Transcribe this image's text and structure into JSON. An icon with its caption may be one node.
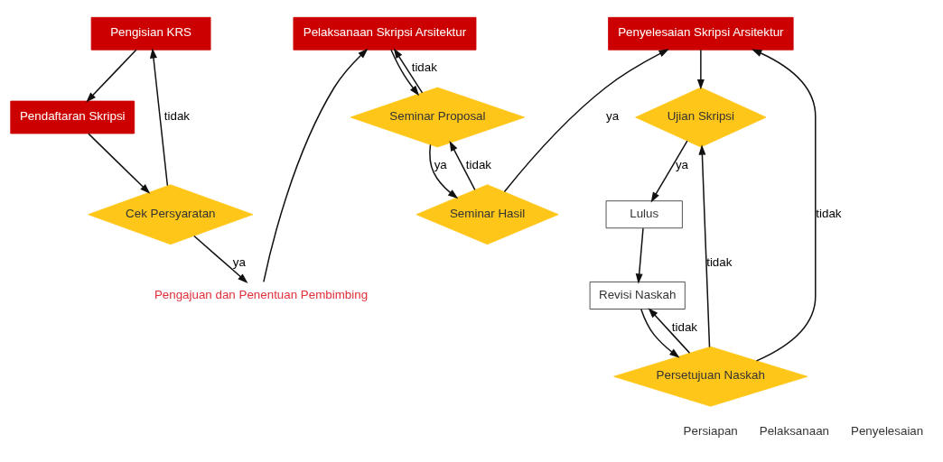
{
  "diagram": {
    "nodes": [
      {
        "text": [
          "Pengisian KRS"
        ]
      },
      {
        "text": [
          "Pendaftaran Skripsi"
        ]
      },
      {
        "text": [
          "Cek Persyaratan"
        ]
      },
      {
        "text": [
          "Pengajuan dan Penentuan Pembimbing"
        ]
      },
      {
        "text": [
          "Pelaksanaan Skripsi Arsitektur"
        ]
      },
      {
        "text": [
          "Seminar Proposal"
        ]
      },
      {
        "text": [
          "Seminar Hasil"
        ]
      },
      {
        "text": [
          "Penyelesaian Skripsi Arsitektur"
        ]
      },
      {
        "text": [
          "Ujian Skripsi"
        ]
      },
      {
        "text": [
          "Lulus"
        ]
      },
      {
        "text": [
          "Revisi Naskah"
        ]
      },
      {
        "text": [
          "Persetujuan Naskah"
        ]
      }
    ],
    "edges": [
      {
        "from": 0,
        "to": 1,
        "arrow": "to"
      },
      {
        "from": 1,
        "to": 2,
        "arrow": "to"
      },
      {
        "from": 2,
        "to": 0,
        "arrow": "to",
        "label": "tidak"
      },
      {
        "from": 2,
        "to": 3,
        "arrow": "to",
        "label": "ya"
      },
      {
        "from": 3,
        "to": 4,
        "arrow": "to"
      },
      {
        "from": 4,
        "to": 5,
        "arrow": "to"
      },
      {
        "from": 5,
        "to": 4,
        "arrow": "to",
        "label": "tidak"
      },
      {
        "from": 5,
        "to": 6,
        "arrow": "to",
        "label": "ya"
      },
      {
        "from": 6,
        "to": 5,
        "arrow": "to",
        "label": "tidak"
      },
      {
        "from": 6,
        "to": 7,
        "arrow": "to",
        "label": "ya"
      },
      {
        "from": 7,
        "to": 8,
        "arrow": "to"
      },
      {
        "from": 8,
        "to": 9,
        "arrow": "to",
        "label": "ya"
      },
      {
        "from": 9,
        "to": 10,
        "arrow": "to"
      },
      {
        "from": 10,
        "to": 11,
        "arrow": "to"
      },
      {
        "from": 11,
        "to": 10,
        "arrow": "to",
        "label": "tidak"
      },
      {
        "from": 11,
        "to": 7,
        "arrow": "to",
        "label": "tidak"
      },
      {
        "from": 11,
        "to": 8,
        "arrow": "to",
        "label": "tidak"
      }
    ],
    "labels": [
      "Persiapan",
      "Pelaksanaan",
      "Penyelesaian"
    ]
  }
}
